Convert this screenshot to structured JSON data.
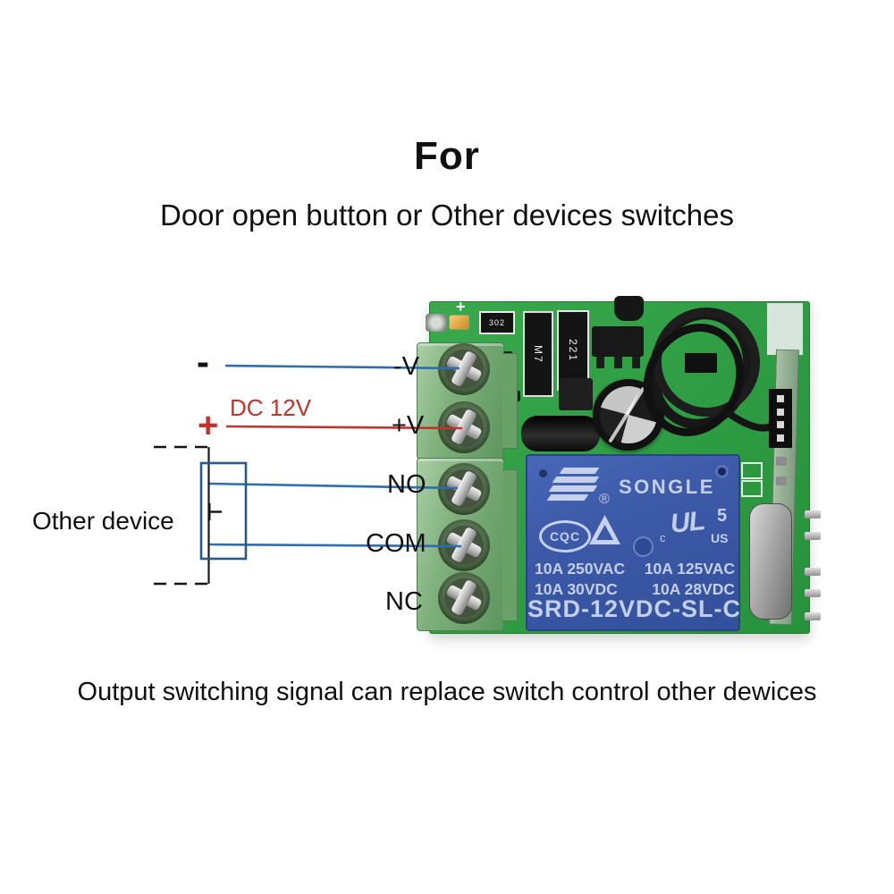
{
  "header": {
    "title": "For",
    "subtitle": "Door open button or Other devices switches"
  },
  "footer": {
    "caption": "Output switching signal can replace switch control other dewices"
  },
  "wiring": {
    "minus_symbol": "-",
    "plus_symbol": "+",
    "supply_label": "DC 12V",
    "device_label": "Other device",
    "terminals": {
      "neg": "-V",
      "pos": "+V",
      "no": "NO",
      "com": "COM",
      "nc": "NC"
    },
    "colors": {
      "blue_wire": "#2e6db0",
      "red_wire": "#bf352d",
      "black_line": "#141414",
      "device_box": "#2a5a8c"
    }
  },
  "board": {
    "silkscreen_plus": "+",
    "colors": {
      "pcb_green": "#2f9e44",
      "terminal_green": "#7fb07c",
      "relay_blue": "#3c59a7",
      "relay_text": "#c3cfe8"
    },
    "components": {
      "resistor_302": "302",
      "resistor_221": "221",
      "diode_m7": "M7"
    },
    "relay": {
      "brand": "SONGLE",
      "registered": "®",
      "cqc": "CQC",
      "ul": "UL",
      "ul_c": "c",
      "ul_5": "5",
      "ul_us": "US",
      "ratings_row1_left": "10A 250VAC",
      "ratings_row1_right": "10A 125VAC",
      "ratings_row2_left": "10A 30VDC",
      "ratings_row2_right": "10A 28VDC",
      "model": "SRD-12VDC-SL-C"
    }
  }
}
